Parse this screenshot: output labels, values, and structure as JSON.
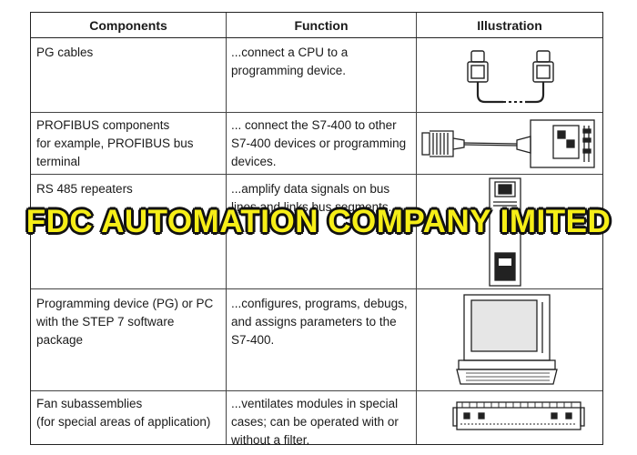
{
  "headers": {
    "components": "Components",
    "function": "Function",
    "illustration": "Illustration"
  },
  "rows": [
    {
      "component": [
        "PG cables"
      ],
      "function": [
        "...connect a CPU to a",
        "programming device."
      ],
      "icon": "pg-cable-icon"
    },
    {
      "component": [
        "PROFIBUS components",
        "for example, PROFIBUS bus",
        "terminal"
      ],
      "function": [
        "... connect the S7-400 to other",
        "S7-400 devices or programming",
        "devices."
      ],
      "icon": "profibus-terminal-icon"
    },
    {
      "component": [
        "RS 485 repeaters"
      ],
      "function": [
        "...amplify data signals on bus",
        "lines and links bus segments."
      ],
      "icon": "rs485-repeater-icon"
    },
    {
      "component": [
        "Programming device (PG) or PC",
        "with the STEP 7 software",
        "package"
      ],
      "function": [
        "...configures, programs, debugs,",
        "and assigns parameters to the",
        "S7-400."
      ],
      "icon": "programming-device-icon"
    },
    {
      "component": [
        "Fan subassemblies",
        "(for special areas of application)"
      ],
      "function": [
        "...ventilates modules in special",
        "cases; can be operated with or",
        "without a filter."
      ],
      "icon": "fan-subassembly-icon"
    }
  ],
  "watermark": "FDC AUTOMATION COMPANY IMITED"
}
